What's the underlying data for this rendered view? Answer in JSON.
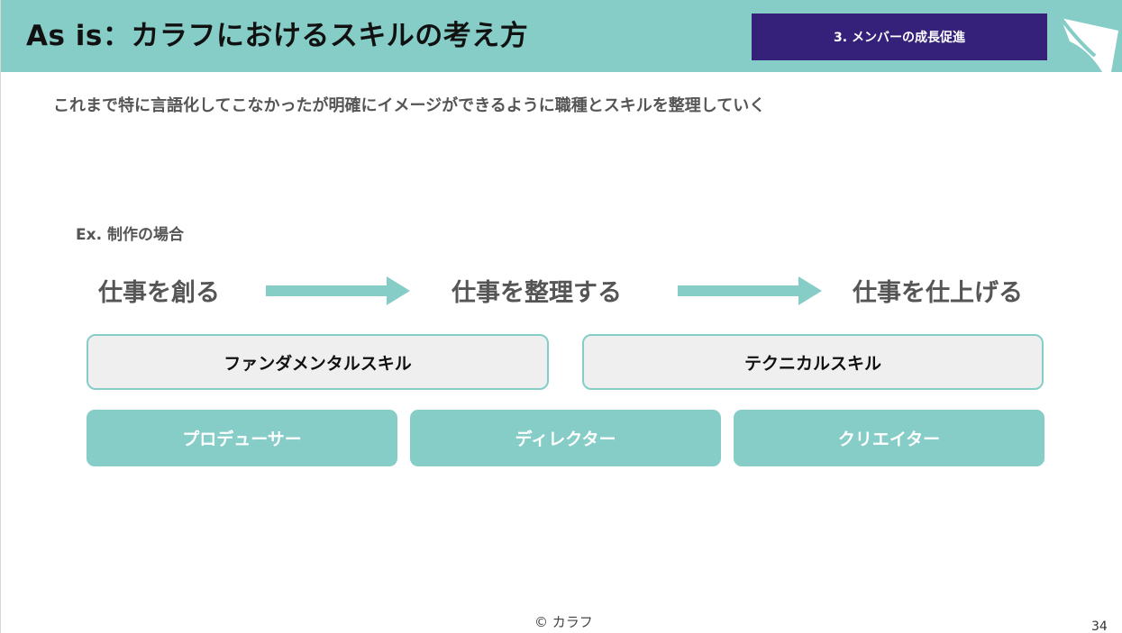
{
  "header": {
    "title": "As is：カラフにおけるスキルの考え方",
    "section": "3. メンバーの成長促進",
    "logo_icon": "paper-sail-logo-icon"
  },
  "subtitle": "これまで特に言語化してこなかったが明確にイメージができるように職種とスキルを整理していく",
  "example_label": "Ex. 制作の場合",
  "steps": [
    "仕事を創る",
    "仕事を整理する",
    "仕事を仕上げる"
  ],
  "arrow_icon": "right-arrow-icon",
  "skills": [
    "ファンダメンタルスキル",
    "テクニカルスキル"
  ],
  "roles": [
    "プロデューサー",
    "ディレクター",
    "クリエイター"
  ],
  "footer": "© カラフ",
  "page_number": "34",
  "colors": {
    "header_bg": "#86cdc8",
    "section_badge_bg": "#35217a",
    "accent": "#86cdc8",
    "skill_box_bg": "#efefef"
  }
}
